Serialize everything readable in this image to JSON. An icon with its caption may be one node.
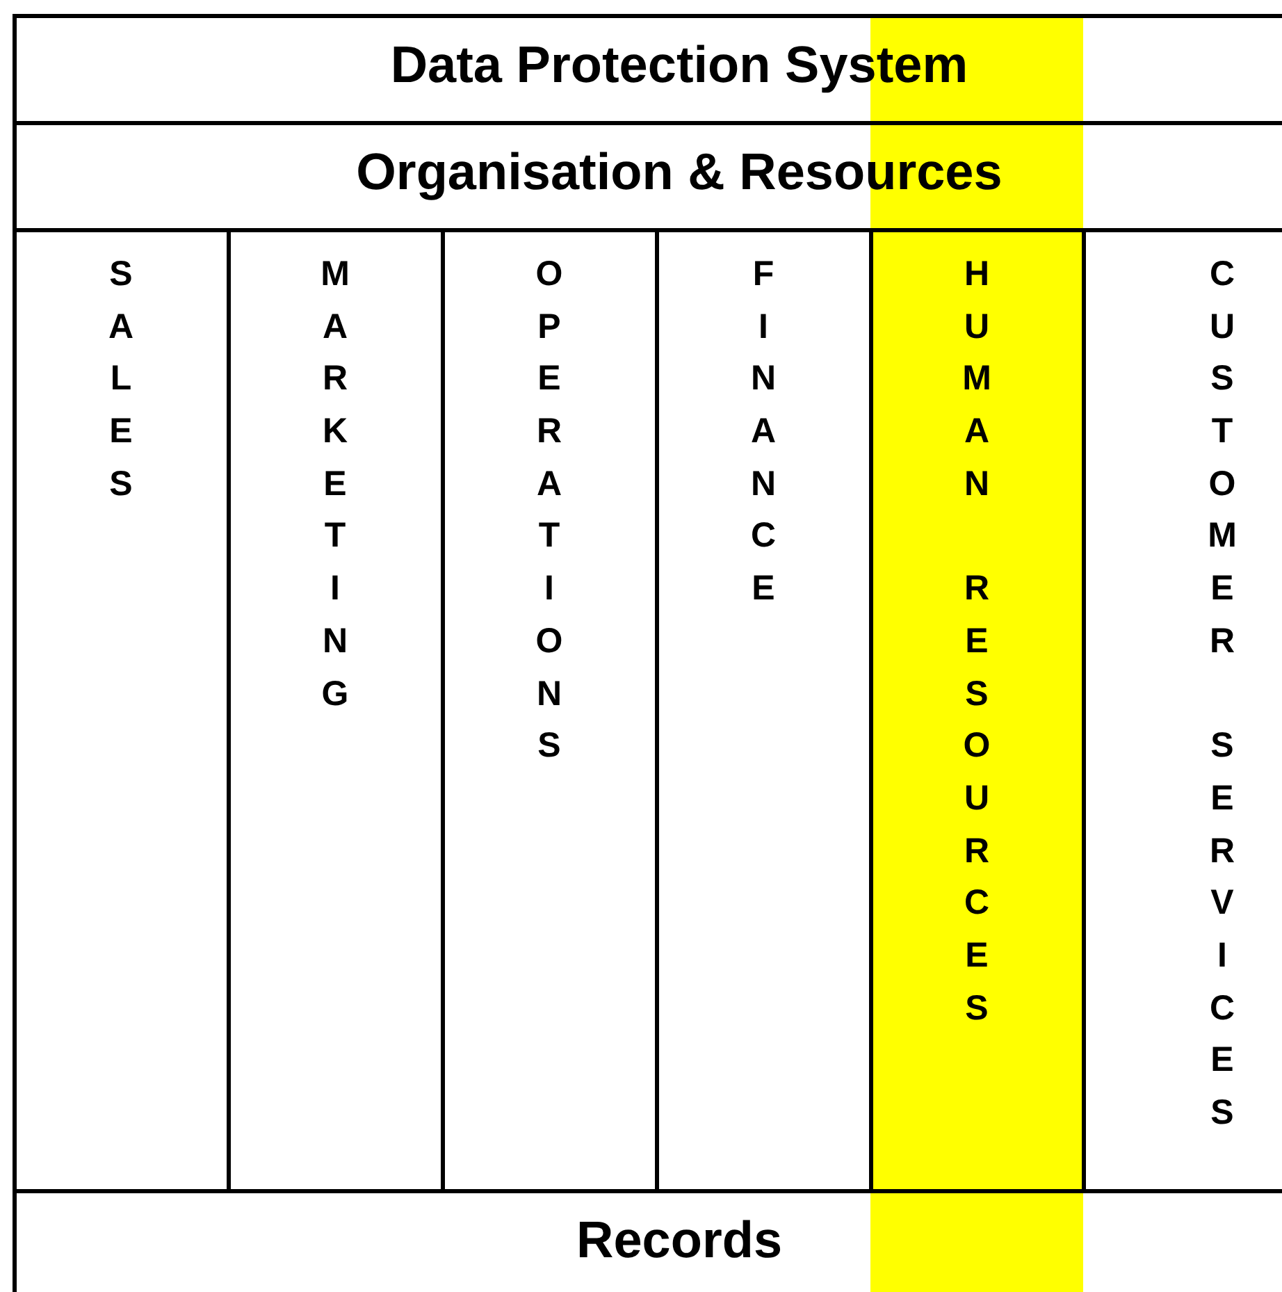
{
  "diagram": {
    "nodes": [
      {
        "text": [
          "Data Protection System"
        ]
      },
      {
        "text": [
          "Organisation & Resources"
        ]
      },
      {
        "text": [
          "SALES"
        ]
      },
      {
        "text": [
          "MARKETING"
        ]
      },
      {
        "text": [
          "OPERATIONS"
        ]
      },
      {
        "text": [
          "FINANCE"
        ]
      },
      {
        "text": [
          "HUMAN RESOURCES"
        ]
      },
      {
        "text": [
          "CUSTOMER SERVICES"
        ]
      },
      {
        "text": [
          "Records"
        ]
      }
    ]
  }
}
